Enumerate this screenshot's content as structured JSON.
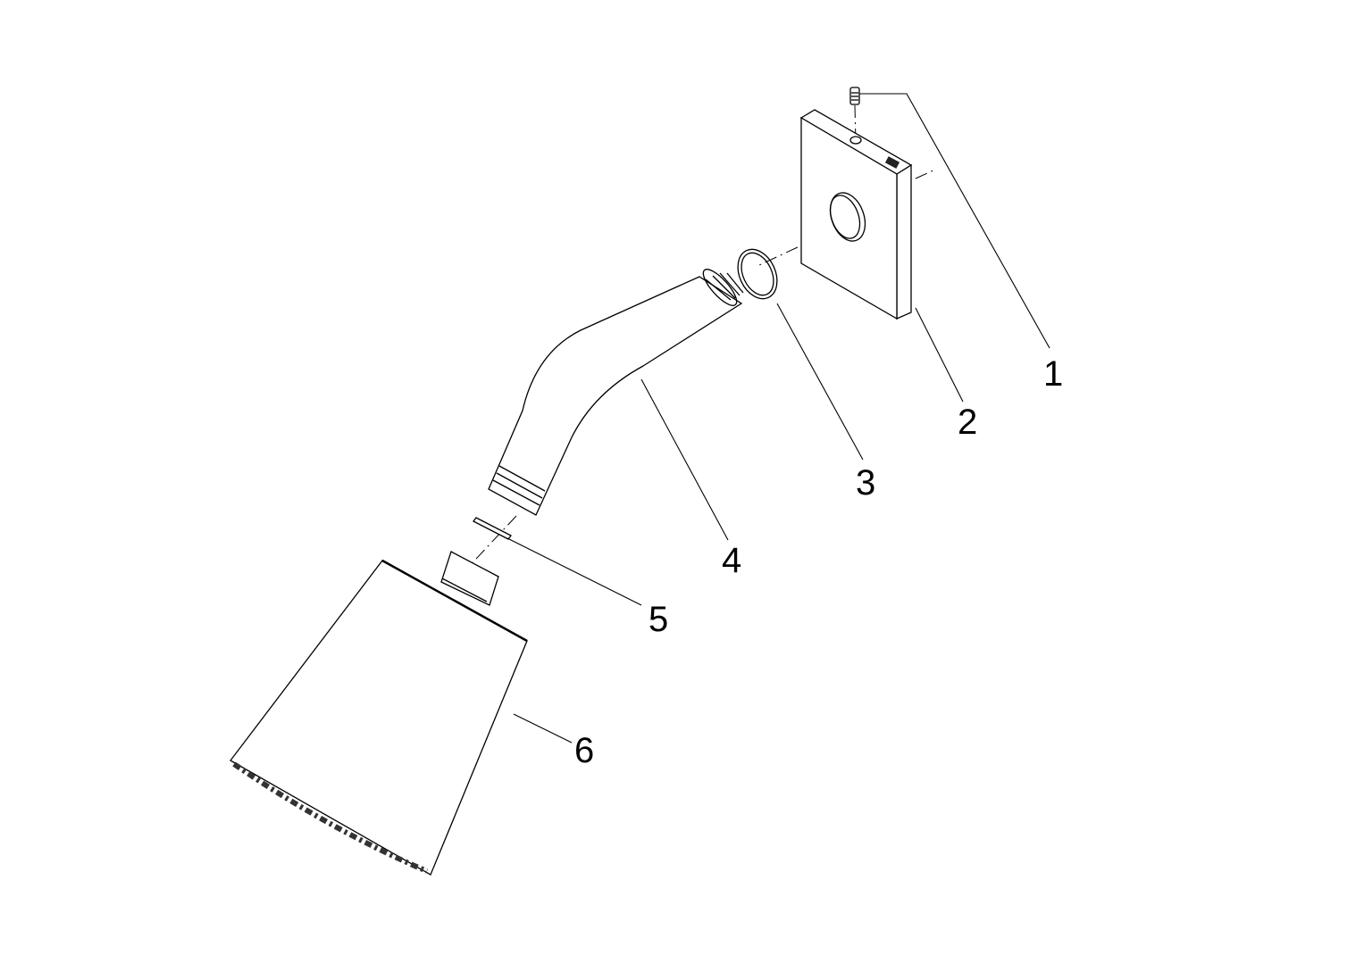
{
  "diagram": {
    "type": "exploded-parts-view",
    "callouts": [
      {
        "number": "1",
        "part": "set-screw"
      },
      {
        "number": "2",
        "part": "wall-escutcheon-plate"
      },
      {
        "number": "3",
        "part": "o-ring"
      },
      {
        "number": "4",
        "part": "shower-arm"
      },
      {
        "number": "5",
        "part": "washer"
      },
      {
        "number": "6",
        "part": "shower-head"
      }
    ]
  }
}
